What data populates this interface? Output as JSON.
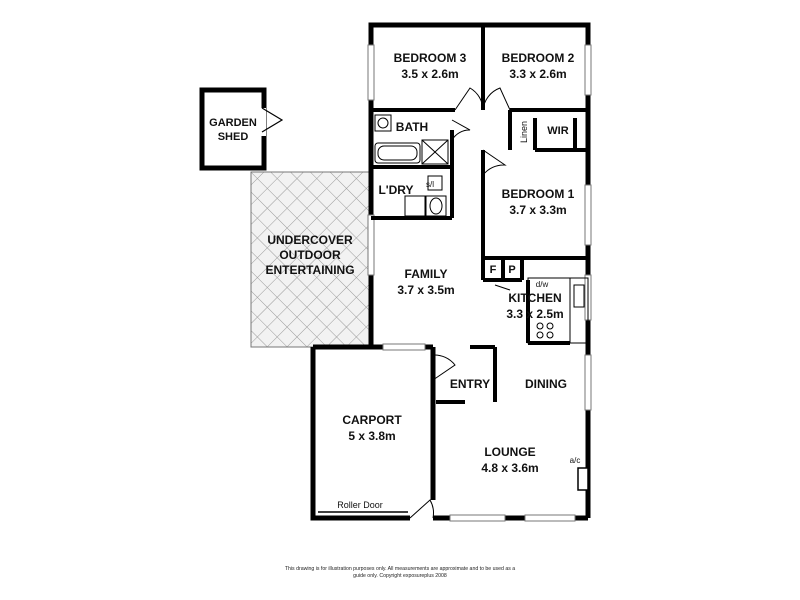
{
  "rooms": {
    "bedroom3": {
      "name": "BEDROOM 3",
      "size": "3.5 x 2.6m"
    },
    "bedroom2": {
      "name": "BEDROOM 2",
      "size": "3.3 x 2.6m"
    },
    "bedroom1": {
      "name": "BEDROOM 1",
      "size": "3.7 x 3.3m"
    },
    "bath": {
      "name": "BATH"
    },
    "laundry": {
      "name": "L'DRY"
    },
    "linen": {
      "name": "Linen"
    },
    "wir": {
      "name": "WIR"
    },
    "garden_shed": {
      "line1": "GARDEN",
      "line2": "SHED"
    },
    "outdoor": {
      "line1": "UNDERCOVER",
      "line2": "OUTDOOR",
      "line3": "ENTERTAINING"
    },
    "family": {
      "name": "FAMILY",
      "size": "3.7 x 3.5m"
    },
    "kitchen": {
      "name": "KITCHEN",
      "size": "3.3 x 2.5m"
    },
    "entry": {
      "name": "ENTRY"
    },
    "dining": {
      "name": "DINING"
    },
    "carport": {
      "name": "CARPORT",
      "size": "5 x 3.8m"
    },
    "lounge": {
      "name": "LOUNGE",
      "size": "4.8 x 3.6m"
    }
  },
  "fixtures": {
    "fridge": "F",
    "pantry": "P",
    "dishwasher": "d/w",
    "shower_label": "s/l",
    "aircon": "a/c",
    "roller_door": "Roller Door"
  },
  "disclaimer": {
    "line1": "This drawing is for illustration purposes only. All measurements are approximate and to be used as a",
    "line2": "guide only. Copyright exposureplus 2008"
  }
}
